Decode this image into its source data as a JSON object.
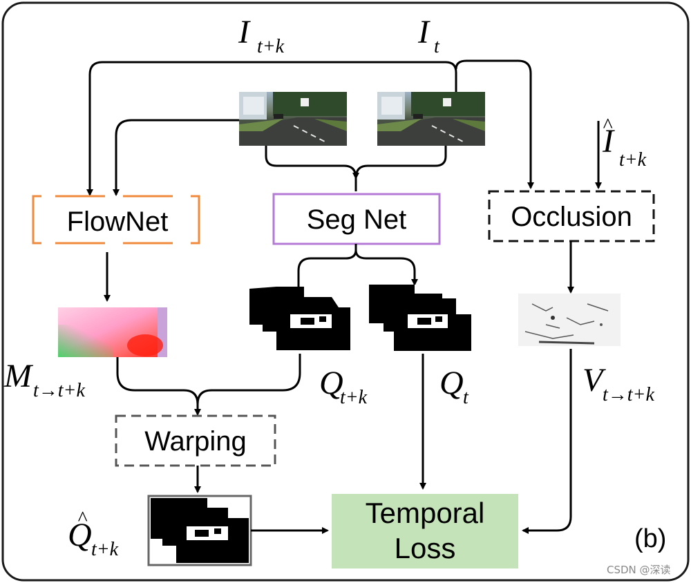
{
  "inputs": {
    "frame_next_label": "I",
    "frame_next_sub": "t+k",
    "frame_cur_label": "I",
    "frame_cur_sub": "t",
    "frame_hat_label": "I",
    "frame_hat_sub": "t+k"
  },
  "boxes": {
    "flownet": "FlowNet",
    "segnet": "Seg Net",
    "occlusion": "Occlusion",
    "warping": "Warping",
    "temporal_loss_line1": "Temporal",
    "temporal_loss_line2": "Loss"
  },
  "outputs": {
    "flow_label": "M",
    "flow_sub": "t→t+k",
    "seg_next_label": "Q",
    "seg_next_sub": "t+k",
    "seg_cur_label": "Q",
    "seg_cur_sub": "t",
    "vis_label": "V",
    "vis_sub": "t→t+k",
    "warped_label": "Q",
    "warped_sub": "t+k"
  },
  "panel_tag": "(b)",
  "watermark": "CSDN @深读",
  "colors": {
    "flownet_border": "#f08a3c",
    "segnet_border": "#b47ad6",
    "temporal_loss_fill": "#c5e3b8",
    "frame_border": "#222222",
    "dashed_border": "#555555"
  }
}
